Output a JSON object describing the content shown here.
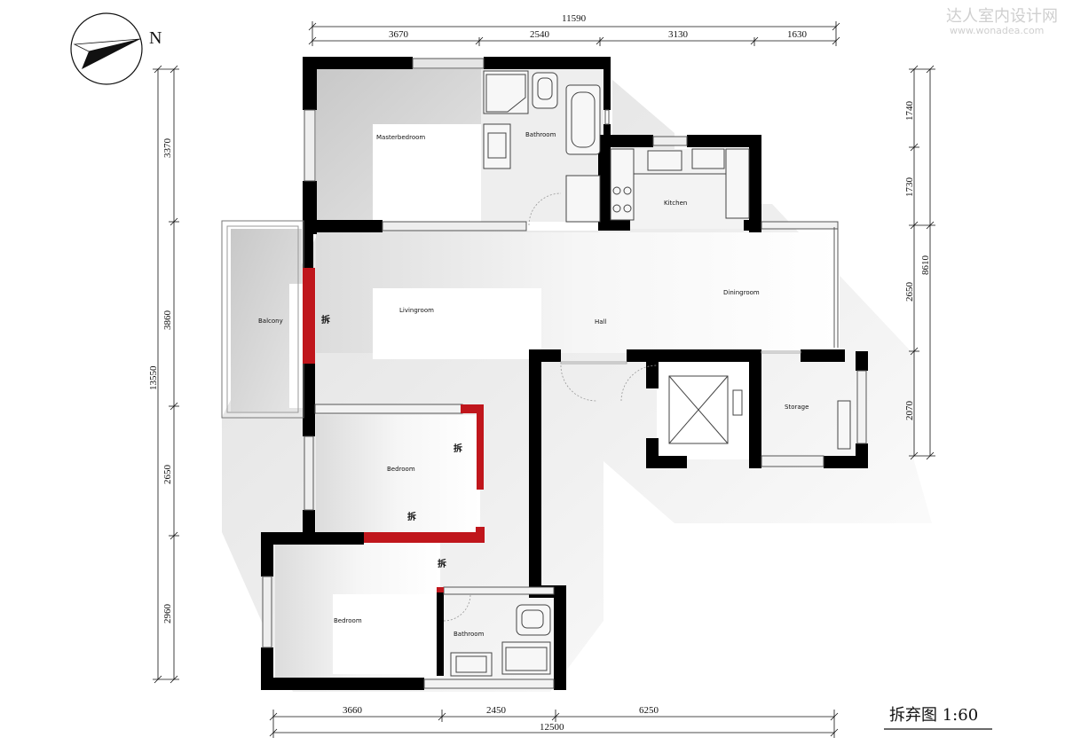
{
  "watermark": {
    "name": "达人室内设计网",
    "url": "www.wonadea.com"
  },
  "compass": {
    "label": "N"
  },
  "rooms": {
    "master_bedroom": "Masterbedroom",
    "bathroom_top": "Bathroom",
    "kitchen": "Kitchen",
    "balcony": "Balcony",
    "livingroom": "Livingroom",
    "hall": "Hall",
    "diningroom": "Diningroom",
    "storage": "Storage",
    "bedroom_middle": "Bedroom",
    "bedroom_bottom": "Bedroom",
    "bathroom_bottom": "Bathroom"
  },
  "demolition_mark": "拆",
  "dimensions": {
    "top_total": "11590",
    "top": [
      "3670",
      "2540",
      "3130",
      "1630"
    ],
    "left_total": "13550",
    "left": [
      "3370",
      "3860",
      "2650",
      "2960"
    ],
    "right_total": "8610",
    "right": [
      "1740",
      "1730",
      "2650",
      "2070"
    ],
    "bottom_total": "12500",
    "bottom": [
      "3660",
      "2450",
      "6250"
    ]
  },
  "drawing_title": "拆弃图 1:60",
  "colors": {
    "wall": "#000000",
    "demolished_wall": "#c0161c",
    "room_fill": "#d2d2d2",
    "dimension_line": "#111111"
  }
}
